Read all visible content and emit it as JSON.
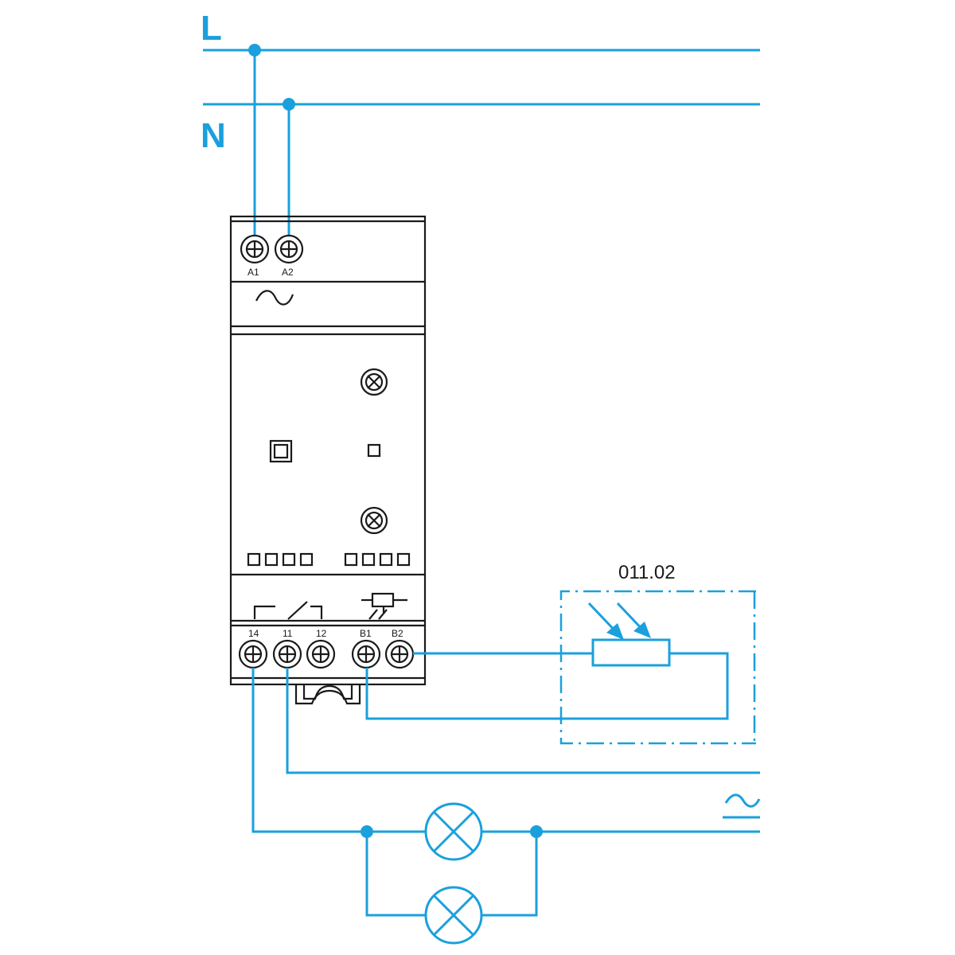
{
  "lines": {
    "L": "L",
    "N": "N"
  },
  "device": {
    "supply_terminals": [
      "A1",
      "A2"
    ],
    "output_terminals": [
      "14",
      "11",
      "12",
      "B1",
      "B2"
    ]
  },
  "sensor": {
    "ref": "011.02"
  },
  "colors": {
    "wire": "#1aa0dc",
    "device": "#1a1a1a"
  },
  "icons": [
    "ac-wave-icon",
    "relay-contact-icon",
    "photoresistor-icon",
    "lamp-icon",
    "screw-terminal-icon",
    "potentiometer-icon"
  ]
}
